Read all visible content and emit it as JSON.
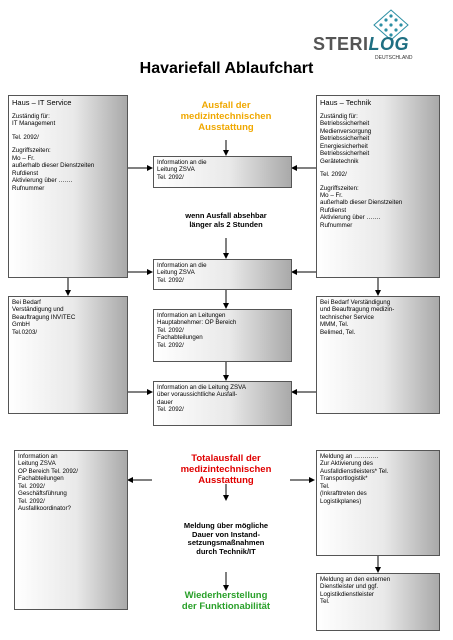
{
  "logo": {
    "brand_a": "STERI",
    "brand_b": "LOG",
    "sub": "DEUTSCHLAND"
  },
  "title": "Havariefall Ablaufchart",
  "left_top": {
    "head": "Haus – IT Service",
    "lines": [
      "Zuständig für:",
      "IT Management",
      "",
      "Tel. 2092/",
      "",
      "Zugriffszeiten:",
      "Mo – Fr.",
      "außerhalb dieser Dienstzeiten",
      "Rufdienst",
      "Aktivierung über …….",
      "Rufnummer"
    ]
  },
  "right_top": {
    "head": "Haus – Technik",
    "lines": [
      "Zuständig für:",
      "Betriebssicherheit",
      "Medienversorgung",
      "Betriebssicherheit",
      "Energiesicherheit",
      "Betriebssicherheit",
      "Gerätetechnik",
      "",
      "Tel. 2092/",
      "",
      "Zugriffszeiten:",
      "Mo – Fr.",
      "außerhalb dieser Dienstzeiten",
      "Rufdienst",
      "Aktivierung über …….",
      "Rufnummer"
    ]
  },
  "center_heading_1": [
    "Ausfall der",
    "medizintechnischen",
    "Ausstattung"
  ],
  "center_box_1": [
    "Information an die",
    "Leitung ZSVA",
    "Tel. 2092/"
  ],
  "center_note_1": [
    "wenn Ausfall absehbar",
    "länger als 2 Stunden"
  ],
  "center_box_2": [
    "Information an die",
    "Leitung ZSVA",
    "Tel. 2092/"
  ],
  "left_mid": [
    "Bei Bedarf",
    "Verständigung und",
    "Beauftragung INVITEC",
    "GmbH",
    "Tel.0203/"
  ],
  "center_box_3": [
    "Information an Leitungen",
    "Hauptabnehmer: OP Bereich",
    "Tel. 2092/",
    "Fachabteilungen",
    "Tel. 2092/"
  ],
  "right_mid": [
    "Bei Bedarf Verständigung",
    "und Beauftragung medizin-",
    "technischer Service",
    "MMM, Tel.",
    "Belimed, Tel."
  ],
  "center_box_4": [
    "Information an die Leitung ZSVA",
    "über voraussichtliche Ausfall-",
    "dauer",
    "Tel. 2092/"
  ],
  "left_bottom": [
    "Information an",
    "Leitung ZSVA",
    "OP Bereich Tel. 2092/",
    "Fachabteilungen",
    "Tel. 2092/",
    "Geschäftsführung",
    "Tel. 2092/",
    "Ausfallkoordinator?"
  ],
  "center_heading_2": [
    "Totalausfall der",
    "medizintechnischen",
    "Ausstattung"
  ],
  "right_bottom": [
    "Meldung an …………",
    "Zur Aktivierung des",
    "Ausfalldienstleisters* Tel.",
    "Transportlogistik*",
    "Tel.",
    "(Inkrafttreten des",
    "Logistikplanes)"
  ],
  "center_note_2": [
    "Meldung über mögliche",
    "Dauer von Instand-",
    "setzungsmaßnahmen",
    "durch Technik/IT"
  ],
  "right_last": [
    "Meldung an den externen",
    "Dienstleister und ggf.",
    "Logistikdienstleister",
    "Tel."
  ],
  "center_heading_3": [
    "Wiederherstellung",
    "der Funktionabilität"
  ],
  "colors": {
    "orange": "#f0a800",
    "red": "#e00000",
    "green": "#2aa02a",
    "logo": "#1f6f82"
  }
}
